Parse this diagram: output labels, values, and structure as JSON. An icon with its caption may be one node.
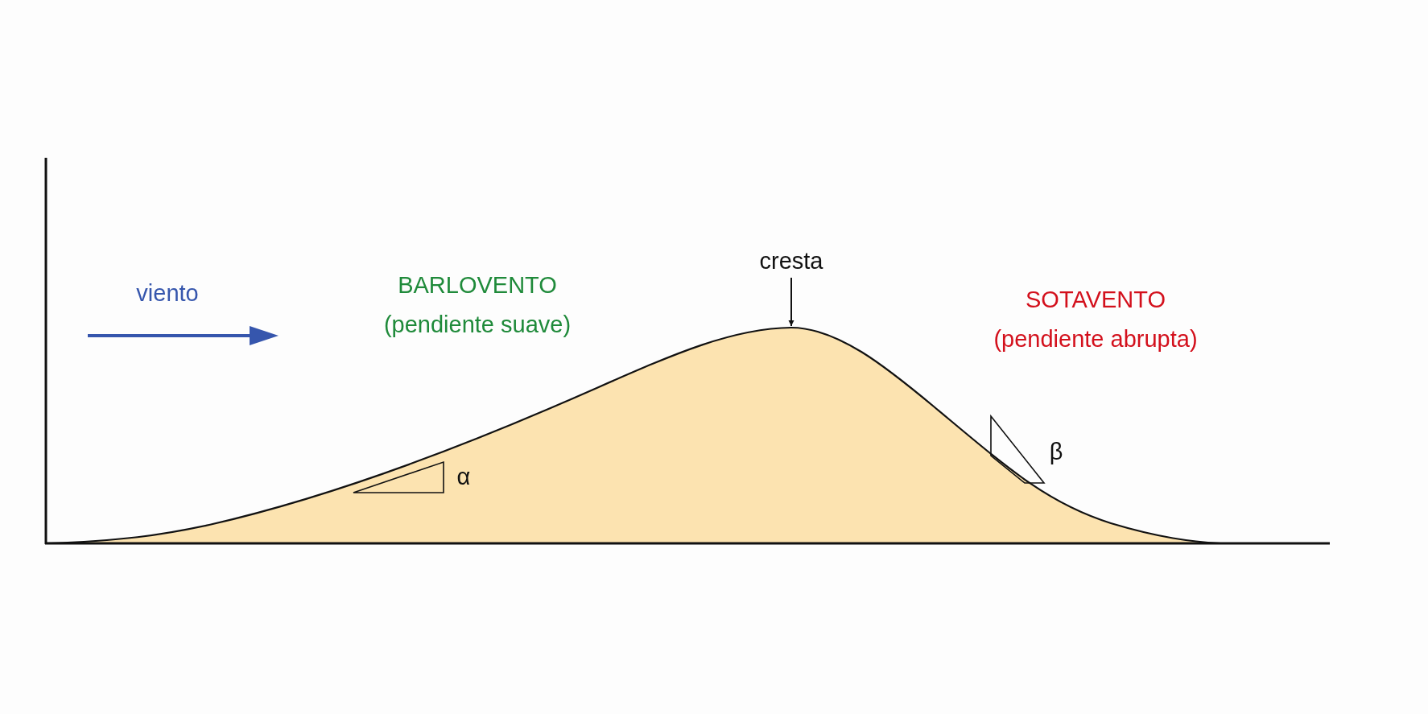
{
  "diagram": {
    "nodes": [
      {
        "text": [
          "cresta"
        ]
      },
      {
        "text": [],
        "shape": "picture"
      }
    ],
    "edges": [
      {
        "from": 0,
        "to": 1,
        "arrow": "to"
      }
    ],
    "labels": [
      "viento",
      "BARLOVENTO",
      "(pendiente suave)",
      "SOTAVENTO",
      "(pendiente abrupta)",
      "α",
      "β"
    ]
  }
}
